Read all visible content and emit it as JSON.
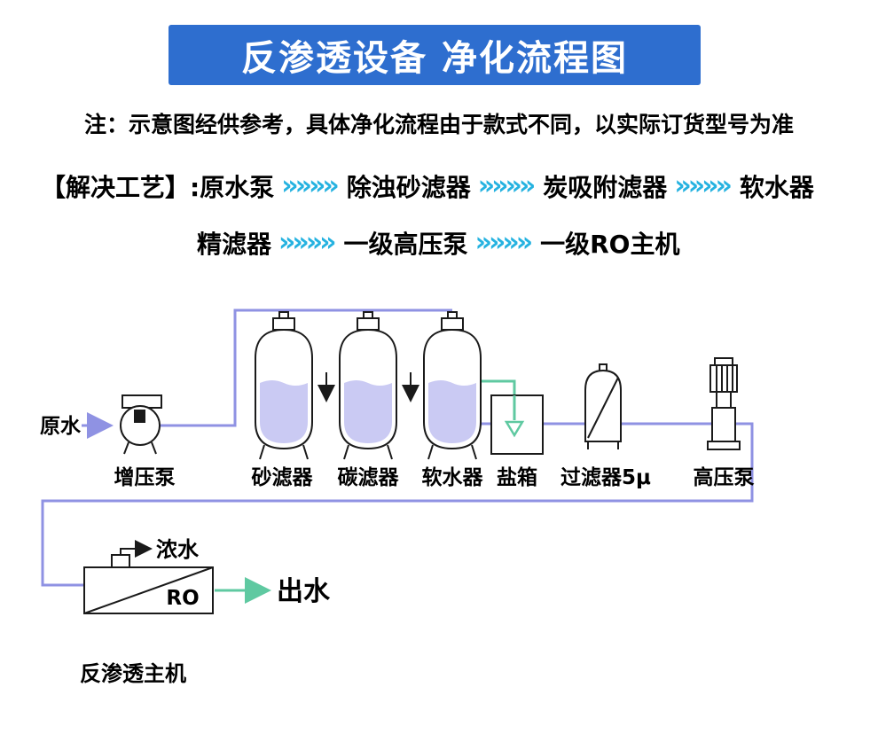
{
  "title": "反渗透设备 净化流程图",
  "note": "注：示意图经供参考，具体净化流程由于款式不同，以实际订货型号为准",
  "process": {
    "prefix": "【解决工艺】:",
    "arrow": "»»»»",
    "line1_items": [
      "原水泵",
      "除浊砂滤器",
      "炭吸附滤器",
      "软水器"
    ],
    "line2_items": [
      "精滤器",
      "一级高压泵",
      "一级RO主机"
    ]
  },
  "diagram": {
    "raw_water_label": "原水",
    "booster_pump_label": "增压泵",
    "sand_filter_label": "砂滤器",
    "carbon_filter_label": "碳滤器",
    "softener_label": "软水器",
    "salt_box_label": "盐箱",
    "micron_filter_label": "过滤器5μ",
    "hp_pump_label": "高压泵",
    "ro_text": "RO",
    "concentrate_label": "浓水",
    "outflow_label": "出水",
    "ro_unit_label": "反渗透主机"
  },
  "colors": {
    "banner": "#2e6ecf",
    "cyan": "#25b2e0",
    "pipe": "#8f92e3",
    "green": "#5fc9a1",
    "tank_fill": "#cacaf3"
  }
}
